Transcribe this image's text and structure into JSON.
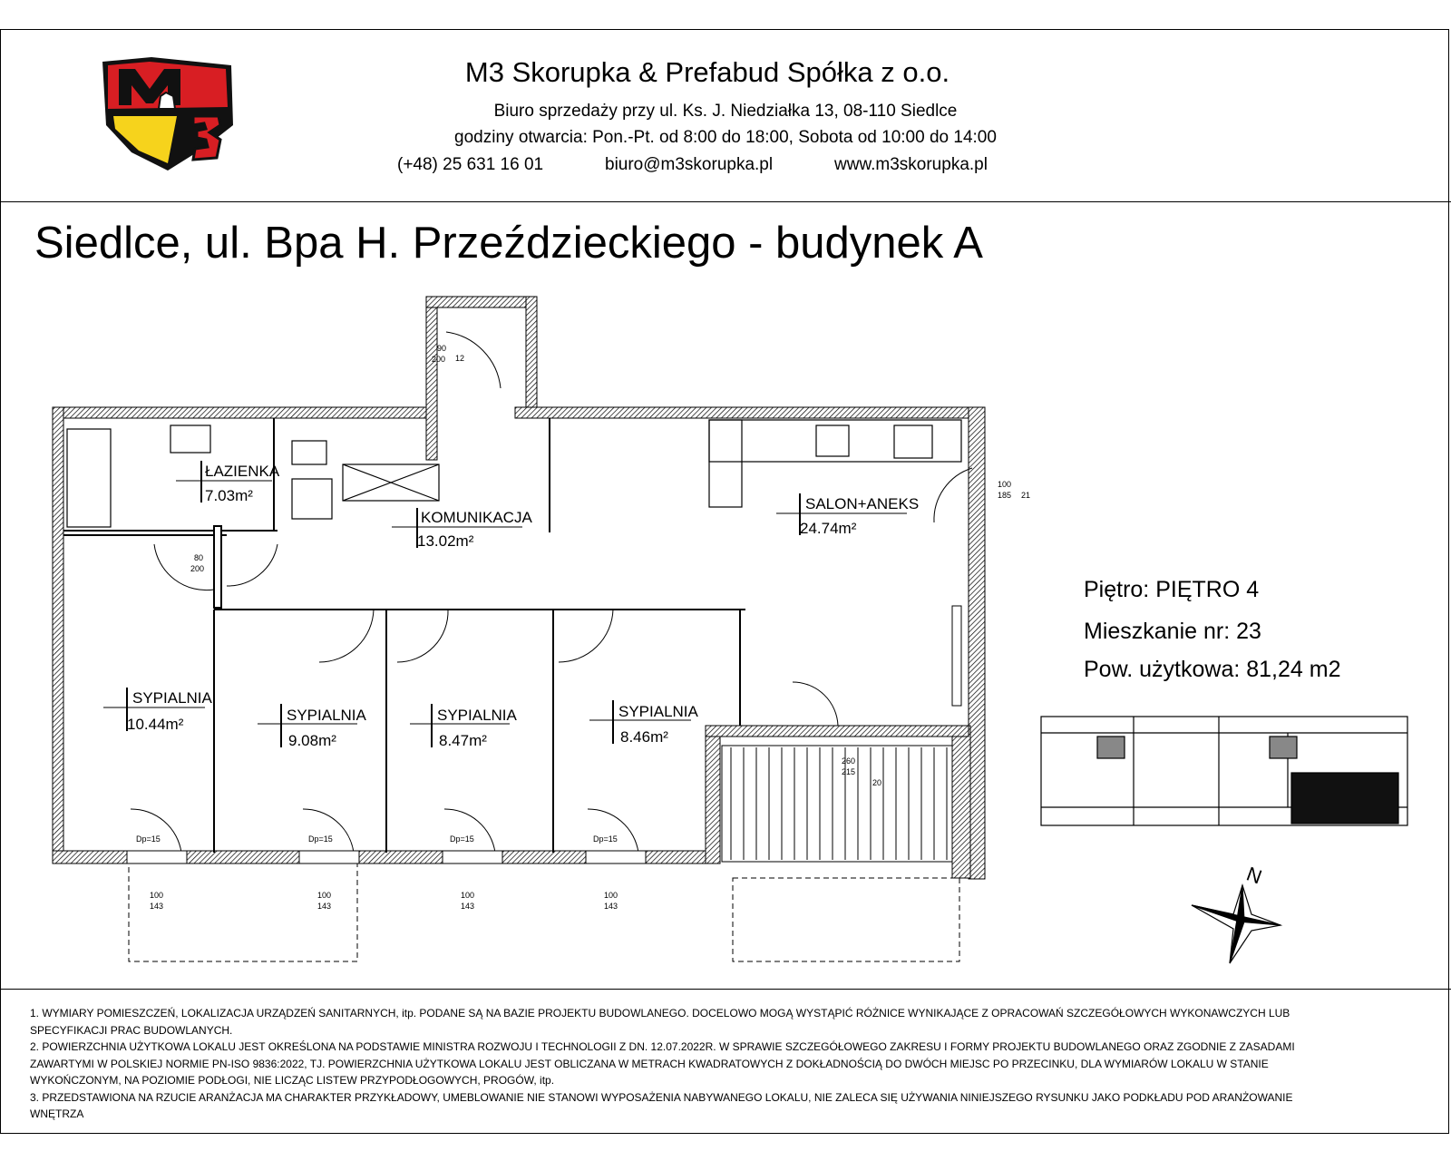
{
  "header": {
    "company_name": "M3 Skorupka & Prefabud Spółka z o.o.",
    "address": "Biuro sprzedaży przy ul. Ks. J. Niedziałka 13, 08-110 Siedlce",
    "hours": "godziny otwarcia: Pon.-Pt. od 8:00 do 18:00, Sobota od 10:00 do 14:00",
    "phone": "(+48) 25 631 16 01",
    "email": "biuro@m3skorupka.pl",
    "website": "www.m3skorupka.pl",
    "logo_text": "M3"
  },
  "title": "Siedlce, ul. Bpa H. Przeździeckiego - budynek A",
  "apartment": {
    "floor": "Piętro: PIĘTRO 4",
    "number": "Mieszkanie nr: 23",
    "area": "Pow. użytkowa: 81,24 m2"
  },
  "rooms": [
    {
      "name": "ŁAZIENKA",
      "area": "7.03m²"
    },
    {
      "name": "KOMUNIKACJA",
      "area": "13.02m²"
    },
    {
      "name": "SALON+ANEKS",
      "area": "24.74m²"
    },
    {
      "name": "SYPIALNIA",
      "area": "10.44m²"
    },
    {
      "name": "SYPIALNIA",
      "area": "9.08m²"
    },
    {
      "name": "SYPIALNIA",
      "area": "8.47m²"
    },
    {
      "name": "SYPIALNIA",
      "area": "8.46m²"
    }
  ],
  "door_labels": {
    "d90": "90",
    "d200": "200",
    "d80": "80",
    "d100": "100",
    "d185": "185",
    "d143": "143",
    "d260": "260",
    "d215": "215",
    "dp15": "Dp=15",
    "m12": "12",
    "m21": "21",
    "m20": "20"
  },
  "compass_label": "N",
  "notes": [
    "1. WYMIARY POMIESZCZEŃ, LOKALIZACJA URZĄDZEŃ SANITARNYCH, itp. PODANE SĄ NA BAZIE PROJEKTU BUDOWLANEGO. DOCELOWO MOGĄ WYSTĄPIĆ RÓŻNICE WYNIKAJĄCE Z OPRACOWAŃ SZCZEGÓŁOWYCH WYKONAWCZYCH LUB SPECYFIKACJI PRAC BUDOWLANYCH.",
    "2. POWIERZCHNIA UŻYTKOWA LOKALU JEST OKREŚLONA NA PODSTAWIE MINISTRA ROZWOJU I TECHNOLOGII Z DN. 12.07.2022R. W SPRAWIE SZCZEGÓŁOWEGO ZAKRESU I FORMY PROJEKTU BUDOWLANEGO ORAZ ZGODNIE Z ZASADAMI ZAWARTYMI W POLSKIEJ NORMIE PN-ISO 9836:2022, TJ. POWIERZCHNIA UŻYTKOWA LOKALU JEST OBLICZANA W METRACH KWADRATOWYCH Z DOKŁADNOŚCIĄ DO DWÓCH MIEJSC PO PRZECINKU, DLA WYMIARÓW LOKALU W STANIE WYKOŃCZONYM, NA POZIOMIE PODŁOGI, NIE LICZĄC LISTEW PRZYPODŁOGOWYCH, PROGÓW, itp.",
    "3. PRZEDSTAWIONA NA RZUCIE ARANŻACJA MA CHARAKTER PRZYKŁADOWY, UMEBLOWANIE NIE STANOWI WYPOSAŻENIA NABYWANEGO LOKALU, NIE ZALECA SIĘ UŻYWANIA NINIEJSZEGO RYSUNKU JAKO PODKŁADU POD ARANŻOWANIE WNĘTRZA"
  ],
  "colors": {
    "logo_red": "#d81e23",
    "logo_yellow": "#f6d31c",
    "logo_black": "#111111"
  }
}
